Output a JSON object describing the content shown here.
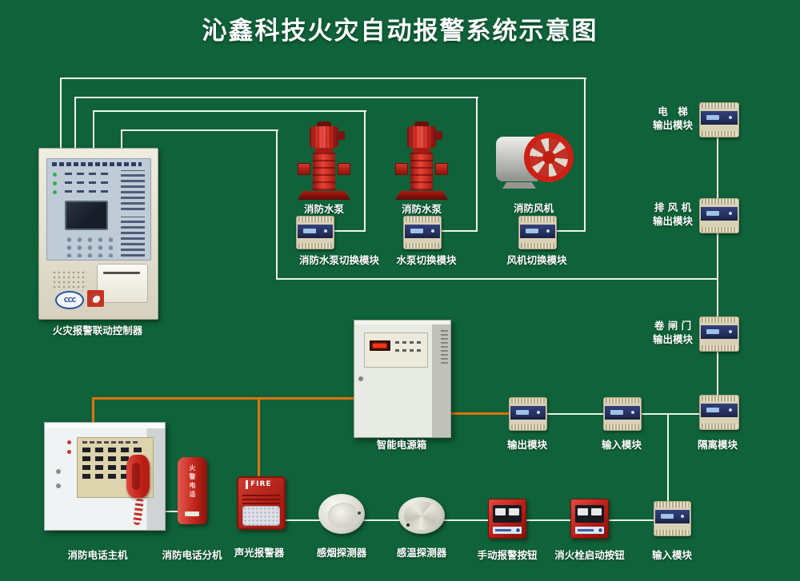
{
  "title": "沁鑫科技火灾自动报警系统示意图",
  "colors": {
    "bg": "#0f6239",
    "line": "#edf5ec",
    "power_line": "#e0720e",
    "module_navy": "#232e5c",
    "label_text": "#ffffff"
  },
  "labels": {
    "controller": "火灾报警联动控制器",
    "pump1": "消防水泵",
    "pump2": "消防水泵",
    "fan": "消防风机",
    "pump1_module": "消防水泵切换模块",
    "pump2_module": "水泵切换模块",
    "fan_module": "风机切换模块",
    "elevator_module_line1": "电　梯",
    "elevator_module_line2": "输出模块",
    "exhaust_module_line1": "排 风 机",
    "exhaust_module_line2": "输出模块",
    "door_module_line1": "卷 闸 门",
    "door_module_line2": "输出模块",
    "isolation_module": "隔离模块",
    "power_box": "智能电源箱",
    "output_module": "输出模块",
    "input_module": "输入模块",
    "phone_host": "消防电话主机",
    "phone_ext": "消防电话分机",
    "sounder": "声光报警器",
    "smoke_detector": "感烟探测器",
    "heat_detector": "感温探测器",
    "manual_button": "手动报警按钮",
    "hydrant_button": "消火栓启动按钮",
    "input_module_bottom": "输入模块"
  },
  "device_texts": {
    "phone_ext_body": "火警电话",
    "sounder_body": "FIRE",
    "ccc_logo": "CCC"
  }
}
